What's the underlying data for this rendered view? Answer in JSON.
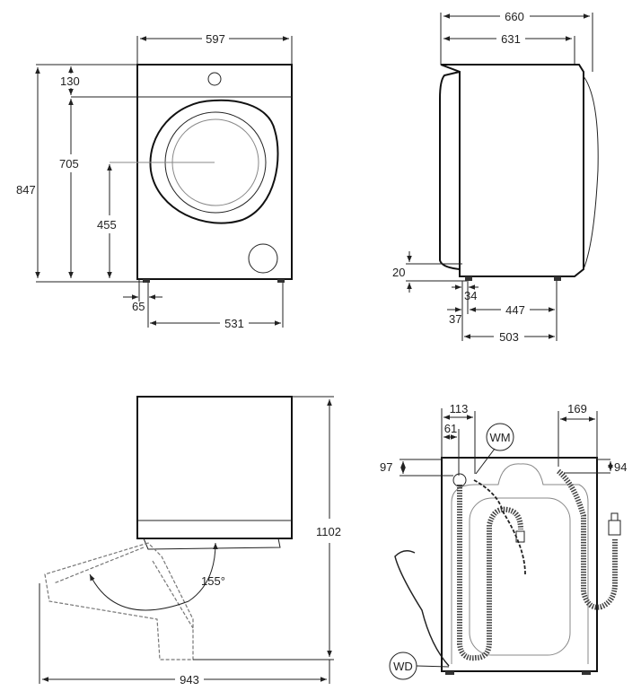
{
  "front_view": {
    "width": "597",
    "height_total": "847",
    "top_panel": "130",
    "height_body": "705",
    "door_center": "455",
    "foot_inset": "65",
    "foot_span": "531"
  },
  "side_view": {
    "depth_total": "660",
    "depth_body": "631",
    "foot_height": "20",
    "foot_offset": "34",
    "foot_offset_rear": "37",
    "foot_span": "447",
    "foot_depth": "503"
  },
  "door_view": {
    "height_open": "1102",
    "depth_open": "943",
    "door_angle": "155°"
  },
  "rear_view": {
    "hose_x": "113",
    "drain_x": "61",
    "hose_y": "97",
    "inlet_x": "169",
    "inlet_y": "94",
    "wm_label": "WM",
    "wd_label": "WD"
  }
}
